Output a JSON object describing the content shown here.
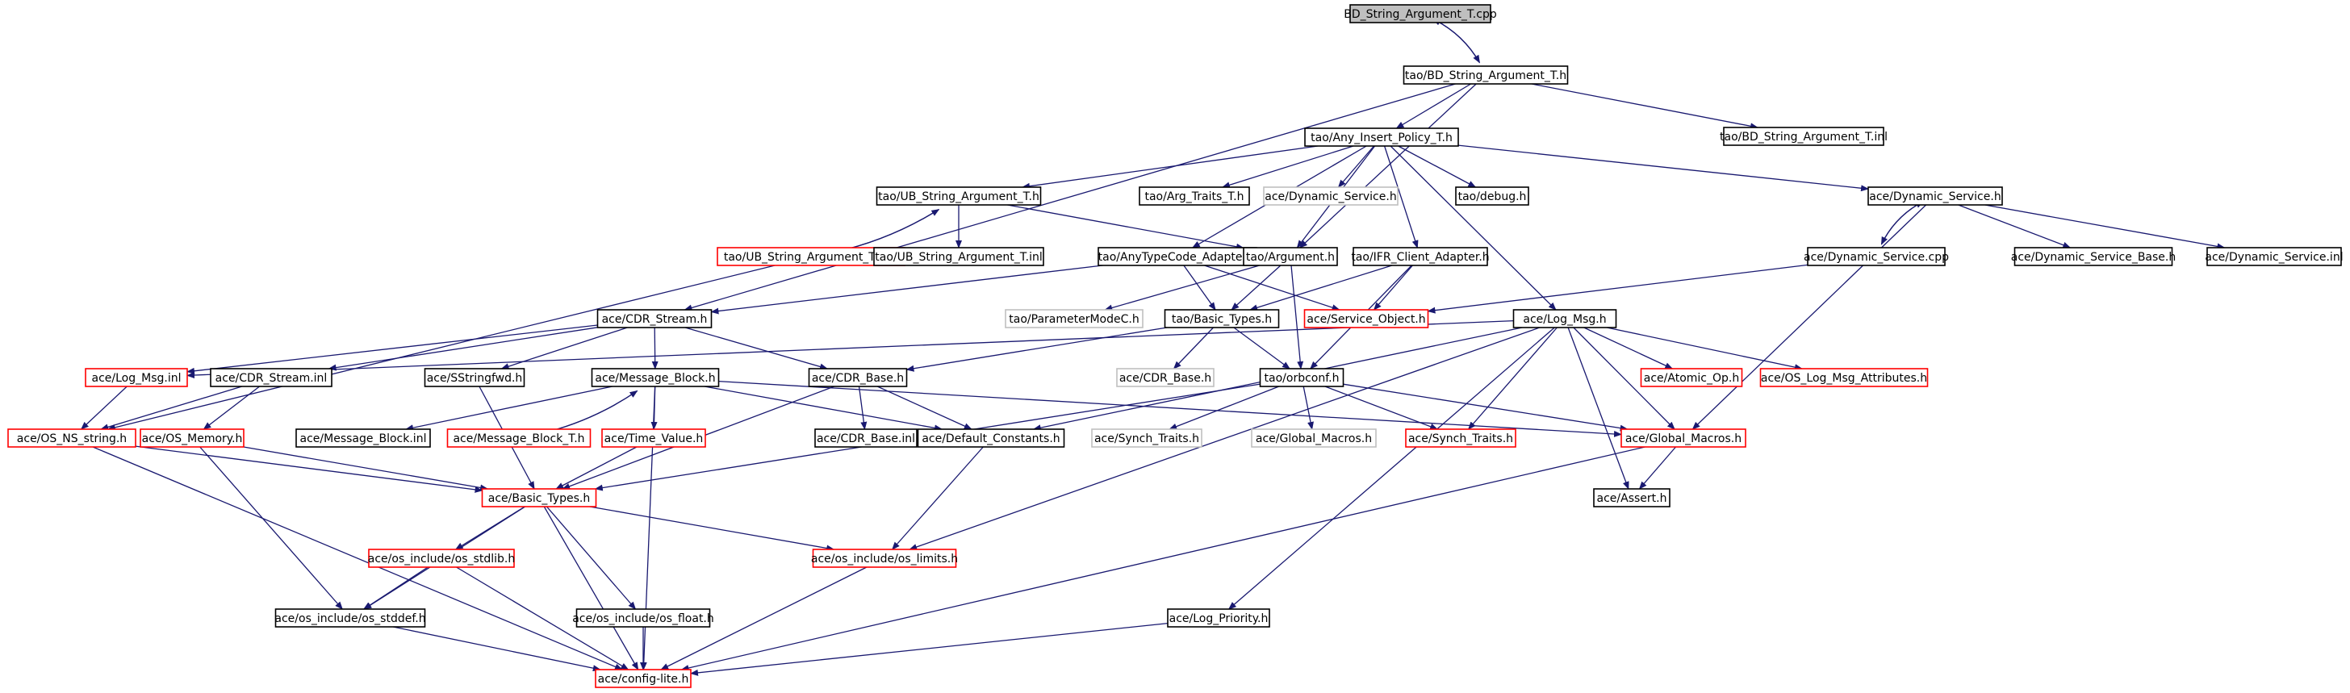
{
  "diagram": {
    "colors": {
      "edge": "#191970",
      "root_fill": "#bfbfbf",
      "border_black": "#000000",
      "border_red": "#ff0000",
      "border_gray": "#bfbfbf",
      "text": "#000000"
    },
    "nodes": [
      {
        "id": "n0",
        "label": "BD_String_Argument_T.cpp",
        "style": "root"
      },
      {
        "id": "n1",
        "label": "tao/BD_String_Argument_T.h",
        "style": "black"
      },
      {
        "id": "n2",
        "label": "tao/Any_Insert_Policy_T.h",
        "style": "black"
      },
      {
        "id": "n3",
        "label": "tao/BD_String_Argument_T.inl",
        "style": "black"
      },
      {
        "id": "n4",
        "label": "tao/UB_String_Argument_T.h",
        "style": "black"
      },
      {
        "id": "n5",
        "label": "tao/Arg_Traits_T.h",
        "style": "black"
      },
      {
        "id": "n6",
        "label": "ace/Dynamic_Service.h",
        "style": "gray"
      },
      {
        "id": "n7",
        "label": "tao/debug.h",
        "style": "black"
      },
      {
        "id": "n8",
        "label": "ace/Dynamic_Service.h",
        "style": "black"
      },
      {
        "id": "n9",
        "label": "tao/UB_String_Argument_T.cpp",
        "style": "red"
      },
      {
        "id": "n10",
        "label": "tao/UB_String_Argument_T.inl",
        "style": "black"
      },
      {
        "id": "n11",
        "label": "tao/AnyTypeCode_Adapter.h",
        "style": "black"
      },
      {
        "id": "n12",
        "label": "tao/Argument.h",
        "style": "black"
      },
      {
        "id": "n13",
        "label": "tao/IFR_Client_Adapter.h",
        "style": "black"
      },
      {
        "id": "n14",
        "label": "ace/Dynamic_Service.cpp",
        "style": "black"
      },
      {
        "id": "n15",
        "label": "ace/Dynamic_Service_Base.h",
        "style": "black"
      },
      {
        "id": "n16",
        "label": "ace/Dynamic_Service.inl",
        "style": "black"
      },
      {
        "id": "n17",
        "label": "ace/CDR_Stream.h",
        "style": "black"
      },
      {
        "id": "n18",
        "label": "tao/ParameterModeC.h",
        "style": "gray"
      },
      {
        "id": "n19",
        "label": "tao/Basic_Types.h",
        "style": "black"
      },
      {
        "id": "n20",
        "label": "ace/Service_Object.h",
        "style": "red"
      },
      {
        "id": "n21",
        "label": "ace/Log_Msg.h",
        "style": "black"
      },
      {
        "id": "n22",
        "label": "ace/Log_Msg.inl",
        "style": "red"
      },
      {
        "id": "n23",
        "label": "ace/CDR_Stream.inl",
        "style": "black"
      },
      {
        "id": "n24",
        "label": "ace/SStringfwd.h",
        "style": "black"
      },
      {
        "id": "n25",
        "label": "ace/Message_Block.h",
        "style": "black"
      },
      {
        "id": "n26",
        "label": "ace/CDR_Base.h",
        "style": "black"
      },
      {
        "id": "n27",
        "label": "ace/CDR_Base.h",
        "style": "gray"
      },
      {
        "id": "n28",
        "label": "tao/orbconf.h",
        "style": "black"
      },
      {
        "id": "n29",
        "label": "ace/Atomic_Op.h",
        "style": "red"
      },
      {
        "id": "n30",
        "label": "ace/OS_Log_Msg_Attributes.h",
        "style": "red"
      },
      {
        "id": "n31",
        "label": "ace/OS_NS_string.h",
        "style": "red"
      },
      {
        "id": "n32",
        "label": "ace/OS_Memory.h",
        "style": "red"
      },
      {
        "id": "n33",
        "label": "ace/Message_Block.inl",
        "style": "black"
      },
      {
        "id": "n34",
        "label": "ace/Message_Block_T.h",
        "style": "red"
      },
      {
        "id": "n35",
        "label": "ace/Time_Value.h",
        "style": "red"
      },
      {
        "id": "n36",
        "label": "ace/CDR_Base.inl",
        "style": "black"
      },
      {
        "id": "n37",
        "label": "ace/Default_Constants.h",
        "style": "black"
      },
      {
        "id": "n38",
        "label": "ace/Synch_Traits.h",
        "style": "gray"
      },
      {
        "id": "n39",
        "label": "ace/Global_Macros.h",
        "style": "gray"
      },
      {
        "id": "n40",
        "label": "ace/Synch_Traits.h",
        "style": "red"
      },
      {
        "id": "n41",
        "label": "ace/Global_Macros.h",
        "style": "red"
      },
      {
        "id": "n42",
        "label": "ace/Basic_Types.h",
        "style": "red"
      },
      {
        "id": "n43",
        "label": "ace/Assert.h",
        "style": "black"
      },
      {
        "id": "n44",
        "label": "ace/os_include/os_stdlib.h",
        "style": "red"
      },
      {
        "id": "n45",
        "label": "ace/os_include/os_limits.h",
        "style": "red"
      },
      {
        "id": "n46",
        "label": "ace/os_include/os_stddef.h",
        "style": "black"
      },
      {
        "id": "n47",
        "label": "ace/os_include/os_float.h",
        "style": "black"
      },
      {
        "id": "n48",
        "label": "ace/Log_Priority.h",
        "style": "black"
      },
      {
        "id": "n49",
        "label": "ace/config-lite.h",
        "style": "red"
      }
    ],
    "edges": [
      [
        "n0",
        "n1"
      ],
      [
        "n1",
        "n0"
      ],
      [
        "n1",
        "n2"
      ],
      [
        "n1",
        "n3"
      ],
      [
        "n1",
        "n12"
      ],
      [
        "n1",
        "n17"
      ],
      [
        "n2",
        "n4"
      ],
      [
        "n2",
        "n5"
      ],
      [
        "n2",
        "n6"
      ],
      [
        "n2",
        "n7"
      ],
      [
        "n2",
        "n8"
      ],
      [
        "n2",
        "n11"
      ],
      [
        "n2",
        "n12"
      ],
      [
        "n2",
        "n13"
      ],
      [
        "n2",
        "n21"
      ],
      [
        "n4",
        "n9"
      ],
      [
        "n9",
        "n4"
      ],
      [
        "n4",
        "n10"
      ],
      [
        "n4",
        "n12"
      ],
      [
        "n9",
        "n31"
      ],
      [
        "n8",
        "n14"
      ],
      [
        "n14",
        "n8"
      ],
      [
        "n8",
        "n15"
      ],
      [
        "n8",
        "n16"
      ],
      [
        "n8",
        "n41"
      ],
      [
        "n14",
        "n20"
      ],
      [
        "n11",
        "n17"
      ],
      [
        "n11",
        "n19"
      ],
      [
        "n11",
        "n20"
      ],
      [
        "n12",
        "n18"
      ],
      [
        "n12",
        "n19"
      ],
      [
        "n12",
        "n28"
      ],
      [
        "n13",
        "n19"
      ],
      [
        "n13",
        "n20"
      ],
      [
        "n13",
        "n28"
      ],
      [
        "n17",
        "n22"
      ],
      [
        "n17",
        "n23"
      ],
      [
        "n17",
        "n24"
      ],
      [
        "n17",
        "n25"
      ],
      [
        "n17",
        "n26"
      ],
      [
        "n19",
        "n26"
      ],
      [
        "n19",
        "n27"
      ],
      [
        "n19",
        "n28"
      ],
      [
        "n21",
        "n22"
      ],
      [
        "n21",
        "n29"
      ],
      [
        "n21",
        "n30"
      ],
      [
        "n21",
        "n40"
      ],
      [
        "n21",
        "n41"
      ],
      [
        "n21",
        "n43"
      ],
      [
        "n21",
        "n37"
      ],
      [
        "n21",
        "n45"
      ],
      [
        "n21",
        "n48"
      ],
      [
        "n22",
        "n31"
      ],
      [
        "n23",
        "n31"
      ],
      [
        "n23",
        "n32"
      ],
      [
        "n24",
        "n42"
      ],
      [
        "n25",
        "n33"
      ],
      [
        "n25",
        "n34"
      ],
      [
        "n34",
        "n25"
      ],
      [
        "n25",
        "n35"
      ],
      [
        "n25",
        "n37"
      ],
      [
        "n25",
        "n41"
      ],
      [
        "n25",
        "n49"
      ],
      [
        "n26",
        "n36"
      ],
      [
        "n26",
        "n37"
      ],
      [
        "n26",
        "n42"
      ],
      [
        "n28",
        "n38"
      ],
      [
        "n28",
        "n39"
      ],
      [
        "n28",
        "n40"
      ],
      [
        "n28",
        "n41"
      ],
      [
        "n28",
        "n42"
      ],
      [
        "n31",
        "n42"
      ],
      [
        "n31",
        "n49"
      ],
      [
        "n32",
        "n42"
      ],
      [
        "n32",
        "n46"
      ],
      [
        "n35",
        "n42"
      ],
      [
        "n37",
        "n45"
      ],
      [
        "n41",
        "n43"
      ],
      [
        "n41",
        "n49"
      ],
      [
        "n42",
        "n44"
      ],
      [
        "n42",
        "n45"
      ],
      [
        "n42",
        "n46"
      ],
      [
        "n42",
        "n47"
      ],
      [
        "n42",
        "n49"
      ],
      [
        "n44",
        "n46"
      ],
      [
        "n44",
        "n49"
      ],
      [
        "n45",
        "n49"
      ],
      [
        "n46",
        "n49"
      ],
      [
        "n47",
        "n49"
      ],
      [
        "n48",
        "n49"
      ]
    ]
  }
}
